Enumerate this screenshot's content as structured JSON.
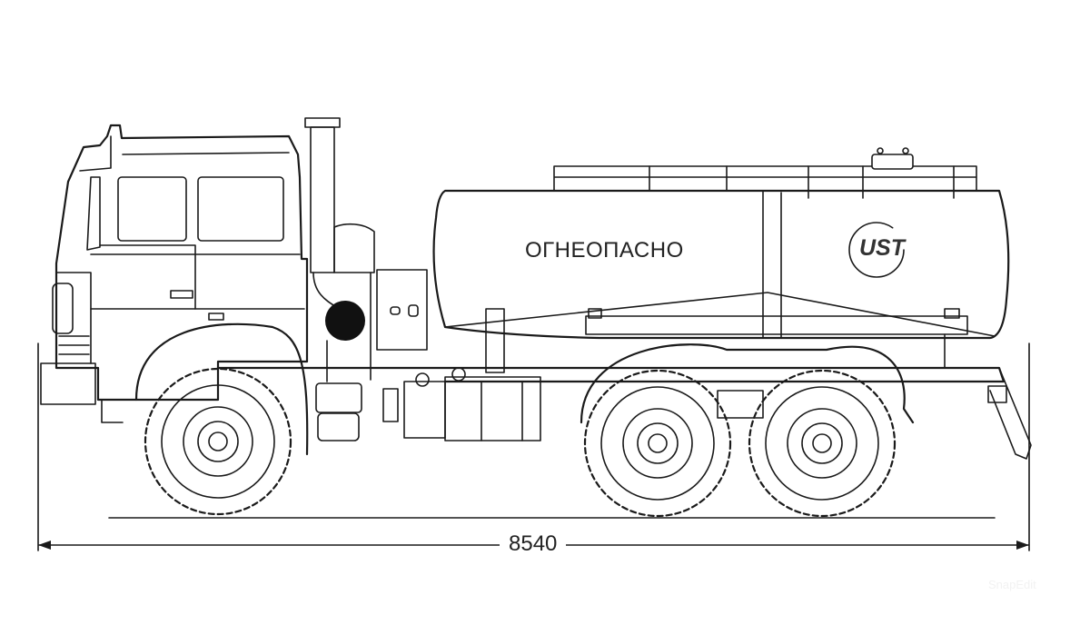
{
  "drawing": {
    "tank_label": "ОГНЕОПАСНО",
    "brand_logo": "UST",
    "overall_length": "8540",
    "watermark": "SnapEdit"
  }
}
